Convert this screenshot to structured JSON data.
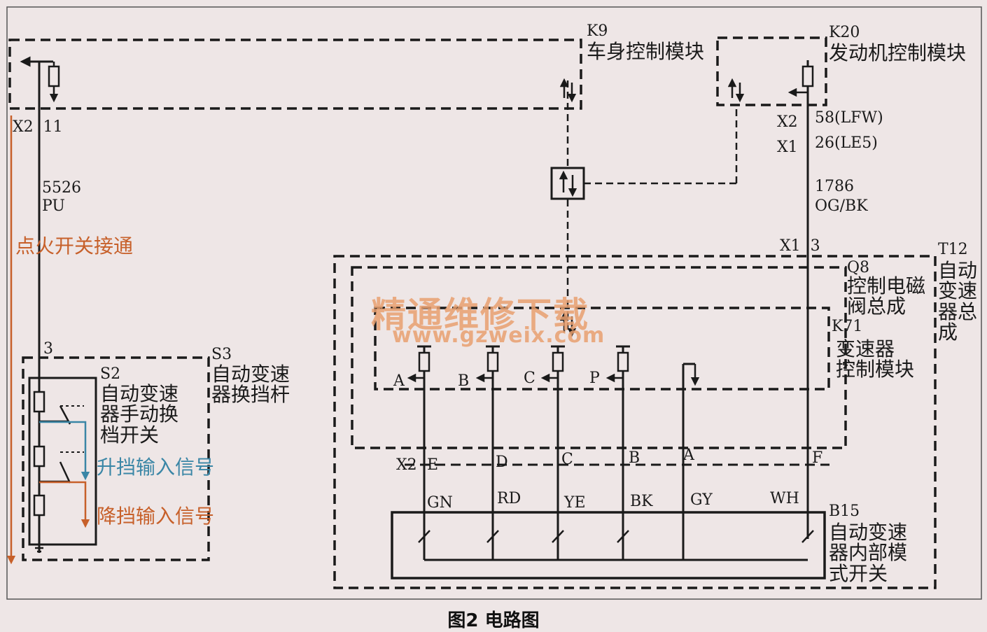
{
  "modules": {
    "k9": {
      "code": "K9",
      "name": "车身控制模块"
    },
    "k20": {
      "code": "K20",
      "name": "发动机控制模块"
    },
    "s3": {
      "code": "S3",
      "name": "自动变速\n器换挡杆"
    },
    "s2": {
      "code": "S2",
      "name": "自动变速\n器手动换\n档开关"
    },
    "t12": {
      "code": "T12",
      "name": "自动\n变速\n器总\n成"
    },
    "q8": {
      "code": "Q8",
      "name": "控制电磁\n阀总成"
    },
    "k71": {
      "code": "K71",
      "name": "变速器\n控制模块"
    },
    "b15": {
      "code": "B15",
      "name": "自动变速\n器内部模\n式开关"
    }
  },
  "connectors": {
    "x2_11": "X2  11",
    "x2_58": "X2",
    "x2_58_pin": "58(LFW)",
    "x1_26": "X1",
    "x1_26_pin": "26(LE5)",
    "x1_3": "X1  3",
    "s3_pin": "3",
    "x2_row": "X2",
    "pins": [
      "E",
      "D",
      "C",
      "B",
      "A",
      "F"
    ],
    "k71_outputs": [
      "A",
      "B",
      "C",
      "P"
    ]
  },
  "wires": {
    "w5526": {
      "circuit": "5526",
      "color": "PU"
    },
    "w1786": {
      "circuit": "1786",
      "color": "OG/BK"
    },
    "bottom_colors": [
      "GN",
      "RD",
      "YE",
      "BK",
      "GY",
      "WH"
    ]
  },
  "signals": {
    "ignition": "点火开关接通",
    "upshift": "升挡输入信号",
    "downshift": "降挡输入信号"
  },
  "watermark": {
    "cn": "精通维修下载",
    "url": "www.gzweix.com"
  },
  "caption": "图2 电路图",
  "colors": {
    "line": "#1a1a1a",
    "ignition_arrow": "#c7602a",
    "upshift_arrow": "#3a86a6",
    "downshift_arrow": "#c7602a",
    "background": "#eee6e6"
  }
}
